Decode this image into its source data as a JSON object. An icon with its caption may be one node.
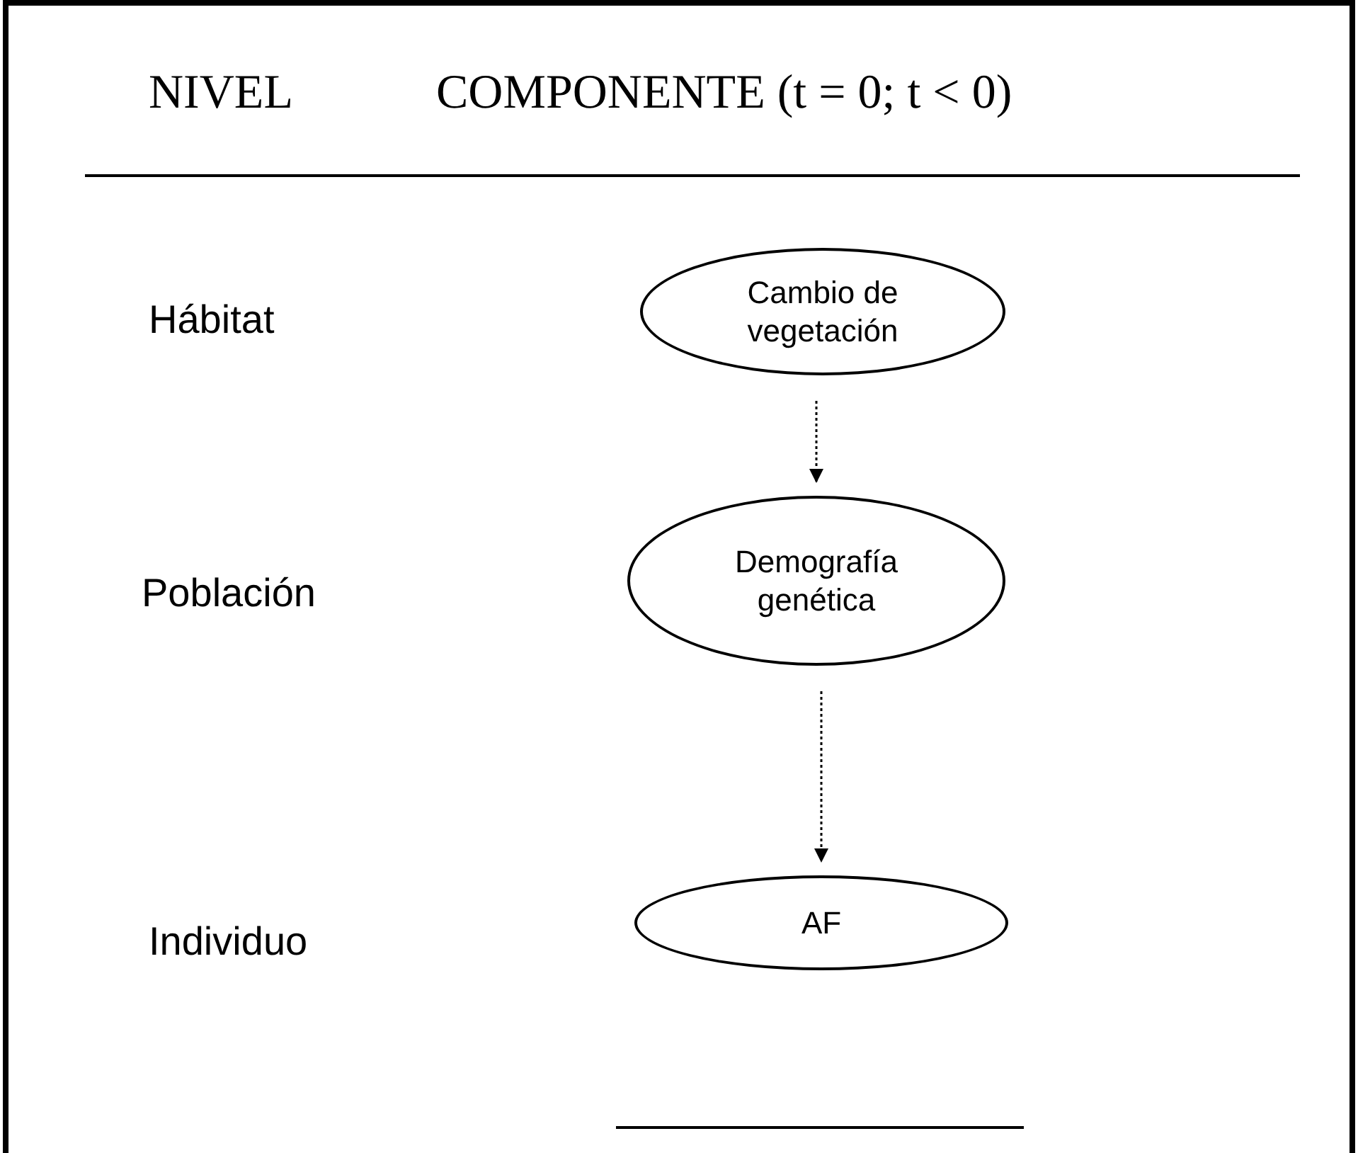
{
  "diagram": {
    "nodes": [
      {
        "text": [
          "Cambio de vegetación"
        ]
      },
      {
        "text": [
          "Demografía genética"
        ]
      },
      {
        "text": [
          "AF"
        ]
      }
    ],
    "edges": [
      {
        "from": 0,
        "to": 1,
        "arrow": "to",
        "style": "dashed"
      },
      {
        "from": 1,
        "to": 2,
        "arrow": "to",
        "style": "dashed"
      }
    ],
    "labels": [
      "NIVEL",
      "COMPONENTE (t = 0; t < 0)",
      "Hábitat",
      "Población",
      "Individuo"
    ]
  }
}
